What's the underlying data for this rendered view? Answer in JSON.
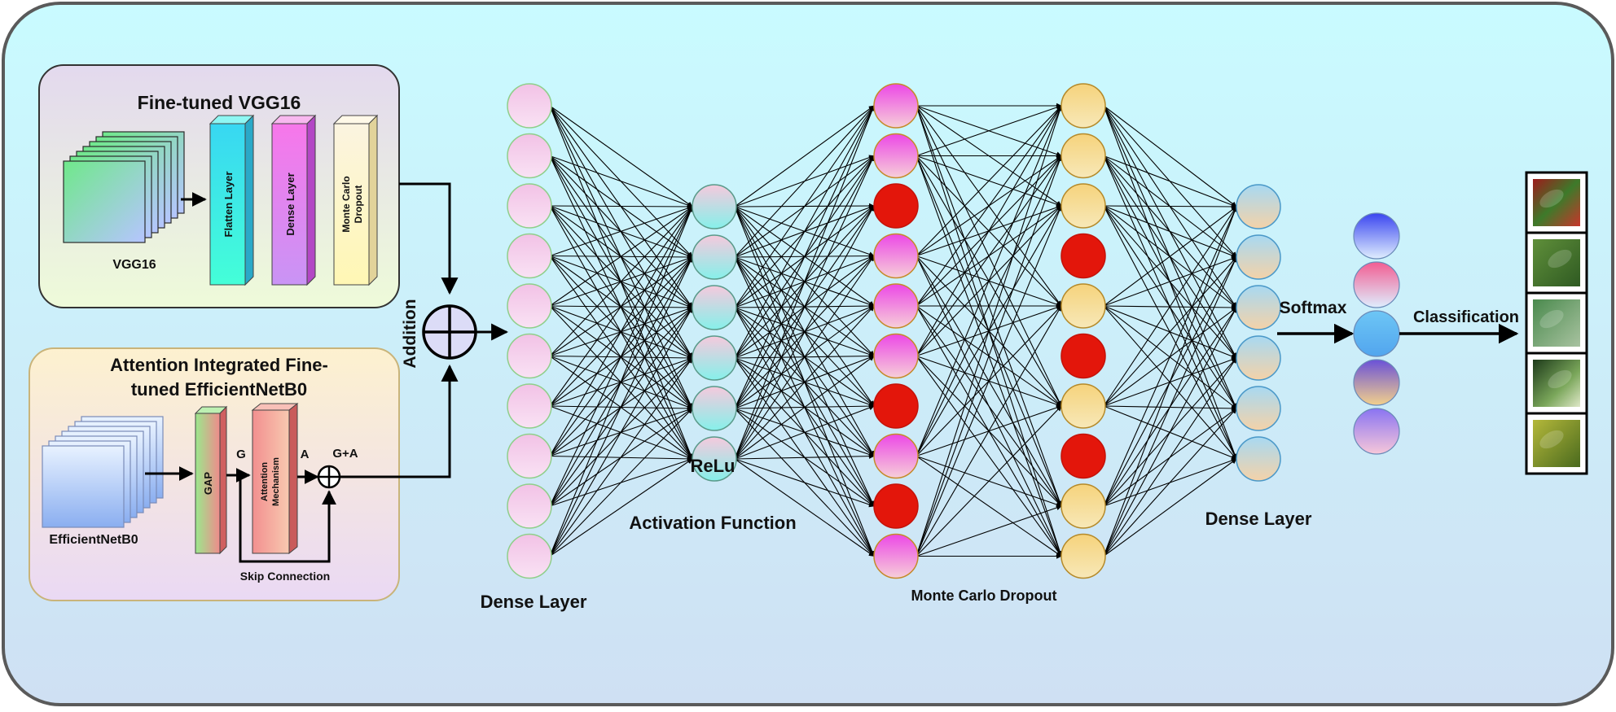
{
  "vgg_panel": {
    "title": "Fine-tuned VGG16",
    "backbone_label": "VGG16",
    "flatten_label": "Flatten Layer",
    "dense_label": "Dense Layer",
    "dropout_line1": "Monte Carlo",
    "dropout_line2": "Dropout"
  },
  "effnet_panel": {
    "title_line1": "Attention Integrated Fine-",
    "title_line2": "tuned EfficientNetB0",
    "backbone_label": "EfficientNetB0",
    "gap_label": "GAP",
    "attention_line1": "Attention",
    "attention_line2": "Mechanism",
    "g_label": "G",
    "a_label": "A",
    "ga_label": "G+A",
    "skip_label": "Skip Connection"
  },
  "addition_label": "Addition",
  "layers": {
    "dense1_label": "Dense Layer",
    "relu_line1": "ReLu",
    "relu_line2": "Activation Function",
    "mc_dropout_label": "Monte Carlo Dropout",
    "dense2_label": "Dense Layer"
  },
  "softmax_label": "Softmax",
  "classification_label": "Classification",
  "colors": {
    "pink_neuron": "#f4c6e6",
    "cyan_neuron": "#8ff0ea",
    "magenta_neuron": "#ee55e6",
    "dropped_neuron": "#e3160b",
    "yellow_neuron": "#f6d98a",
    "dense_neuron": "#bfe0ef"
  },
  "dropout_pattern_layer3": [
    false,
    false,
    true,
    false,
    false,
    false,
    true,
    false,
    true,
    false
  ],
  "dropout_pattern_layer4": [
    false,
    false,
    false,
    true,
    false,
    true,
    false,
    true,
    false,
    false
  ]
}
